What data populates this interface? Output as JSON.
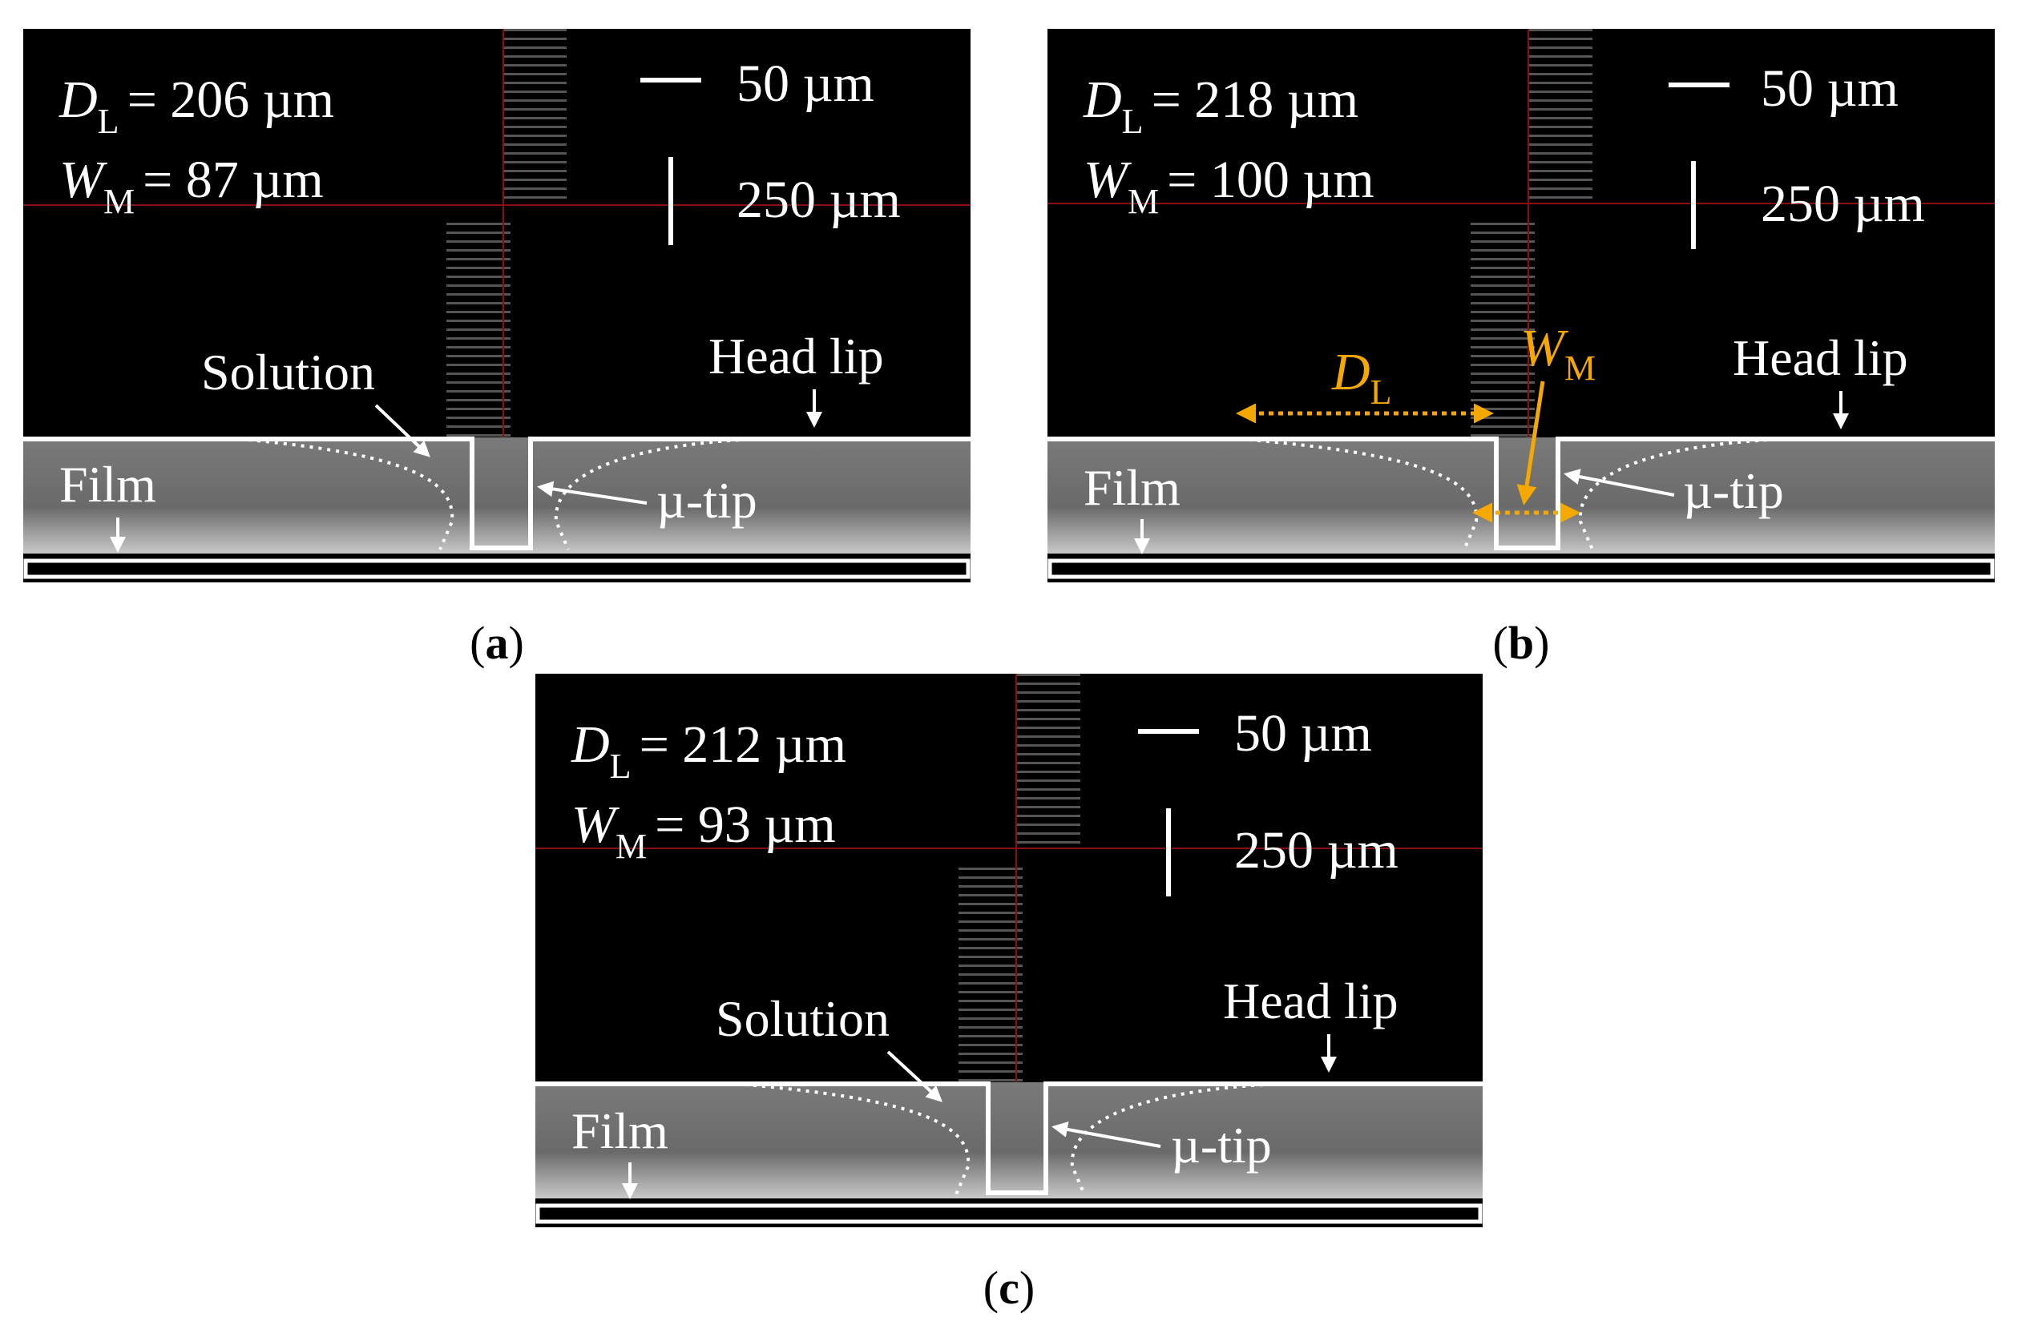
{
  "panels": [
    {
      "id": "a",
      "caption": {
        "open": "(",
        "letter": "a",
        "close": ")"
      },
      "dl": {
        "var": "D",
        "sub": "L",
        "value": "= 206 µm"
      },
      "wm": {
        "var": "W",
        "sub": "M",
        "value": "= 87 µm"
      },
      "scale_horizontal": "50 µm",
      "scale_vertical": "250 µm",
      "label_solution": "Solution",
      "label_head_lip": "Head lip",
      "label_film": "Film",
      "label_tip": "µ-tip"
    },
    {
      "id": "b",
      "caption": {
        "open": "(",
        "letter": "b",
        "close": ")"
      },
      "dl": {
        "var": "D",
        "sub": "L",
        "value": "= 218 µm"
      },
      "wm": {
        "var": "W",
        "sub": "M",
        "value": "= 100 µm"
      },
      "scale_horizontal": "50 µm",
      "scale_vertical": "250 µm",
      "label_head_lip": "Head lip",
      "label_film": "Film",
      "label_tip": "µ-tip",
      "annot_dl": {
        "var": "D",
        "sub": "L"
      },
      "annot_wm": {
        "var": "W",
        "sub": "M"
      }
    },
    {
      "id": "c",
      "caption": {
        "open": "(",
        "letter": "c",
        "close": ")"
      },
      "dl": {
        "var": "D",
        "sub": "L",
        "value": "= 212 µm"
      },
      "wm": {
        "var": "W",
        "sub": "M",
        "value": "= 93 µm"
      },
      "scale_horizontal": "50 µm",
      "scale_vertical": "250 µm",
      "label_solution": "Solution",
      "label_head_lip": "Head lip",
      "label_film": "Film",
      "label_tip": "µ-tip"
    }
  ],
  "colors": {
    "background": "#000000",
    "annotation": "#ffffff",
    "crosshair": "#8a1010",
    "highlight": "#f5a800"
  }
}
